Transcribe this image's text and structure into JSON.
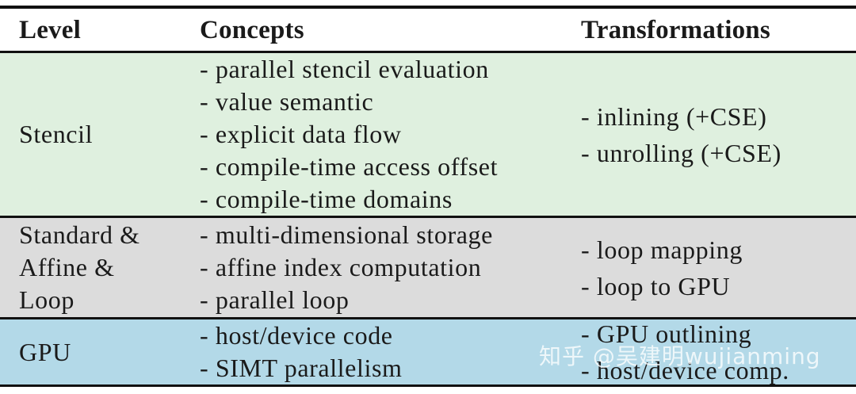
{
  "colors": {
    "stencil_row_bg": "#dff0df",
    "affine_row_bg": "#dcdcdc",
    "gpu_row_bg": "#b3d9e8",
    "rule_color": "#111111"
  },
  "header": {
    "level": "Level",
    "concepts": "Concepts",
    "transformations": "Transformations"
  },
  "rows": [
    {
      "level": [
        "Stencil"
      ],
      "concepts": [
        "- parallel stencil evaluation",
        "- value semantic",
        "- explicit data flow",
        "- compile-time access offset",
        "- compile-time domains"
      ],
      "transformations": [
        "- inlining (+CSE)",
        "- unrolling (+CSE)"
      ]
    },
    {
      "level": [
        "Standard &",
        "Affine &",
        "Loop"
      ],
      "concepts": [
        "- multi-dimensional storage",
        "- affine index computation",
        "- parallel loop"
      ],
      "transformations": [
        "- loop mapping",
        "- loop to GPU"
      ]
    },
    {
      "level": [
        "GPU"
      ],
      "concepts": [
        "- host/device code",
        "- SIMT parallelism"
      ],
      "transformations": [
        "- GPU outlining",
        "- host/device comp."
      ]
    }
  ],
  "watermark": "知乎 @吴建明wujianming"
}
